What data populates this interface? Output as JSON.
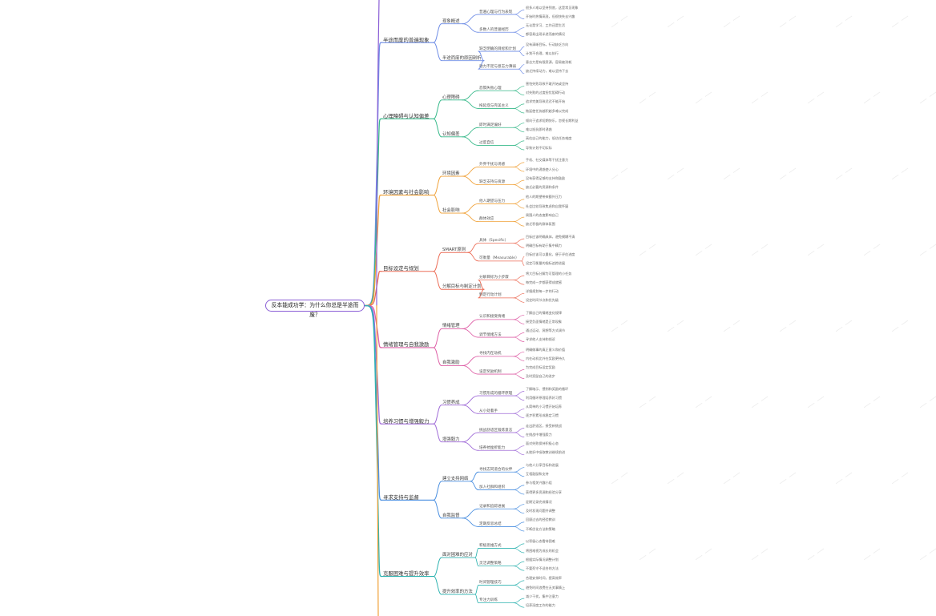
{
  "root": "反本能成功学：为什么你总是半途而废？",
  "branches": [
    {
      "label": "半途而废的普遍现象",
      "color": "#6f8de6",
      "children": [
        {
          "label": "现象概述",
          "children": [
            {
              "label": "普遍心理与行为表现",
              "children": [
                "很多人难以坚持到底，这是常见现象",
                "开始时热情高涨，但很快失去兴趣"
              ]
            },
            {
              "label": "多数人的普遍经历",
              "children": [
                "无论是学习、工作还是生活",
                "都容易出现半途而废的情况"
              ]
            }
          ]
        },
        {
          "label": "半途而废的原因剖析",
          "children": [
            {
              "label": "缺乏明确的目标和计划",
              "children": [
                "没有清晰目标，行动缺乏方向",
                "计划不合理，难以执行"
              ]
            },
            {
              "label": "动力不足与意志力薄弱",
              "children": [
                "意志力是有限资源，容易被消耗",
                "缺乏持续动力，难以坚持下去"
              ]
            }
          ]
        }
      ]
    },
    {
      "label": "心理障碍与认知偏差",
      "color": "#37b98a",
      "children": [
        {
          "label": "心理障碍",
          "children": [
            {
              "label": "恐惧失败心理",
              "children": [
                "害怕失败导致不敢开始或坚持",
                "对失败的过度担忧阻碍行动"
              ]
            },
            {
              "label": "拖延症与完美主义",
              "children": [
                "追求完美导致迟迟不能开始",
                "拖延使任务越积越多难以完成"
              ]
            }
          ]
        },
        {
          "label": "认知偏差",
          "children": [
            {
              "label": "即时满足偏好",
              "children": [
                "倾向于追求短期快乐，忽视长期利益",
                "难以抵抗即时诱惑"
              ]
            },
            {
              "label": "过度自信",
              "children": [
                "高估自己的能力，低估任务难度",
                "导致计划不切实际"
              ]
            }
          ]
        }
      ]
    },
    {
      "label": "环境因素与社会影响",
      "color": "#f0a23a",
      "children": [
        {
          "label": "环境因素",
          "children": [
            {
              "label": "外界干扰与诱惑",
              "children": [
                "手机、社交媒体等干扰注意力",
                "环境中的诱惑使人分心"
              ]
            },
            {
              "label": "缺乏支持与资源",
              "children": [
                "没有获得足够的支持和鼓励",
                "缺乏必要的资源和条件"
              ]
            }
          ]
        },
        {
          "label": "社会影响",
          "children": [
            {
              "label": "他人期望与压力",
              "children": [
                "他人的期望带来额外压力",
                "社会比较导致焦虑和自我怀疑"
              ]
            },
            {
              "label": "群体效应",
              "children": [
                "周围人的态度影响自己",
                "缺乏积极的群体氛围"
              ]
            }
          ]
        }
      ]
    },
    {
      "label": "目标设定与规划",
      "color": "#ec6e58",
      "children": [
        {
          "label": "SMART原则",
          "children": [
            {
              "label": "具体（Specific）",
              "children": [
                "目标应该明确具体，避免模糊不清",
                "明确目标有助于集中精力"
              ]
            },
            {
              "label": "可衡量（Measurable）",
              "children": [
                "目标应该可以量化，便于评估进度",
                "设定可衡量的指标追踪进展"
              ]
            }
          ]
        },
        {
          "label": "分解目标与制定计划",
          "children": [
            {
              "label": "分解目标为小步骤",
              "children": [
                "将大目标分解为可管理的小任务",
                "每完成一步都获得成就感"
              ]
            },
            {
              "label": "制定行动计划",
              "children": [
                "详细规划每一步的行动",
                "设定时间节点和优先级"
              ]
            }
          ]
        }
      ]
    },
    {
      "label": "情绪管理与自我激励",
      "color": "#de5fa6",
      "children": [
        {
          "label": "情绪管理",
          "children": [
            {
              "label": "认识和接受情绪",
              "children": [
                "了解自己的情绪变化规律",
                "接受负面情绪是正常现象"
              ]
            },
            {
              "label": "调节情绪方法",
              "children": [
                "通过运动、冥想等方式调节",
                "寻求他人支持和倾诉"
              ]
            }
          ]
        },
        {
          "label": "自我激励",
          "children": [
            {
              "label": "寻找内在动机",
              "children": [
                "明确做事的真正意义和价值",
                "内在动机比外在奖励更持久"
              ]
            },
            {
              "label": "设定奖励机制",
              "children": [
                "为完成目标设定奖励",
                "及时奖励自己的进步"
              ]
            }
          ]
        }
      ]
    },
    {
      "label": "培养习惯与增强毅力",
      "color": "#a06cd8",
      "children": [
        {
          "label": "习惯养成",
          "children": [
            {
              "label": "习惯形成的循环原理",
              "children": [
                "了解暗示、惯例和奖励的循环",
                "利用循环原理培养好习惯"
              ]
            },
            {
              "label": "从小处着手",
              "children": [
                "从简单的小习惯开始培养",
                "逐步积累形成稳定习惯"
              ]
            }
          ]
        },
        {
          "label": "增强毅力",
          "children": [
            {
              "label": "挑战舒适区锻炼意志",
              "children": [
                "走出舒适区，接受新挑战",
                "在挑战中增强毅力"
              ]
            },
            {
              "label": "培养抗挫折能力",
              "children": [
                "面对失败保持积极心态",
                "从挫折中吸取教训继续前进"
              ]
            }
          ]
        }
      ]
    },
    {
      "label": "寻求支持与监督",
      "color": "#4a8fe0",
      "children": [
        {
          "label": "建立支持网络",
          "children": [
            {
              "label": "寻找志同道合的伙伴",
              "children": [
                "与他人分享目标和进展",
                "互相鼓励和支持"
              ]
            },
            {
              "label": "加入社群和组织",
              "children": [
                "参与相关兴趣小组",
                "获得更多资源和经验分享"
              ]
            }
          ]
        },
        {
          "label": "自我监督",
          "children": [
            {
              "label": "记录和追踪进展",
              "children": [
                "定期记录完成情况",
                "及时发现问题并调整"
              ]
            },
            {
              "label": "定期反思总结",
              "children": [
                "回顾过去的经验教训",
                "不断优化方法和策略"
              ]
            }
          ]
        }
      ]
    },
    {
      "label": "克服困难与提升效率",
      "color": "#2fb3b0",
      "children": [
        {
          "label": "面对困难的应对",
          "children": [
            {
              "label": "积极思维方式",
              "children": [
                "以积极心态看待困难",
                "将困难视为成长的机会"
              ]
            },
            {
              "label": "灵活调整策略",
              "children": [
                "根据实际情况调整计划",
                "不要死守不适合的方法"
              ]
            }
          ]
        },
        {
          "label": "提升效率的方法",
          "children": [
            {
              "label": "时间管理技巧",
              "children": [
                "合理安排时间，提高效率",
                "避免时间浪费在无关事情上"
              ]
            },
            {
              "label": "专注力训练",
              "children": [
                "减少干扰，集中注意力",
                "培养深度工作的能力"
              ]
            }
          ]
        }
      ]
    }
  ]
}
